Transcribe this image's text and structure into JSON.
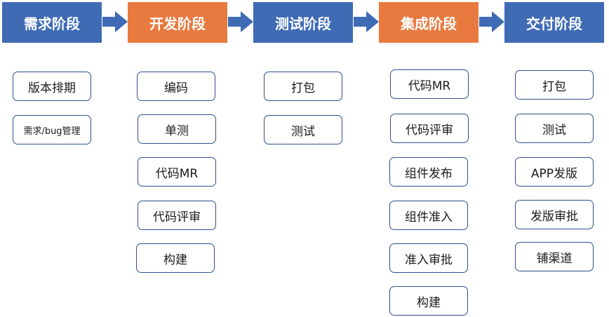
{
  "stages": [
    {
      "label": "需求阶段",
      "color": "#3f6bb5"
    },
    {
      "label": "开发阶段",
      "color": "#e87a3f"
    },
    {
      "label": "测试阶段",
      "color": "#3f6bb5"
    },
    {
      "label": "集成阶段",
      "color": "#e87a3f"
    },
    {
      "label": "交付阶段",
      "color": "#3f6bb5"
    }
  ],
  "arrow_color": "#3f6bb5",
  "border_color": "#2f4f8f",
  "columns": [
    {
      "tasks": [
        "版本排期",
        "需求/bug管理"
      ]
    },
    {
      "tasks": [
        "编码",
        "单测",
        "代码MR",
        "代码评审",
        "构建"
      ]
    },
    {
      "tasks": [
        "打包",
        "测试"
      ]
    },
    {
      "tasks": [
        "代码MR",
        "代码评审",
        "组件发布",
        "组件准入",
        "准入审批",
        "构建"
      ]
    },
    {
      "tasks": [
        "打包",
        "测试",
        "APP发版",
        "发版审批",
        "铺渠道"
      ]
    }
  ]
}
